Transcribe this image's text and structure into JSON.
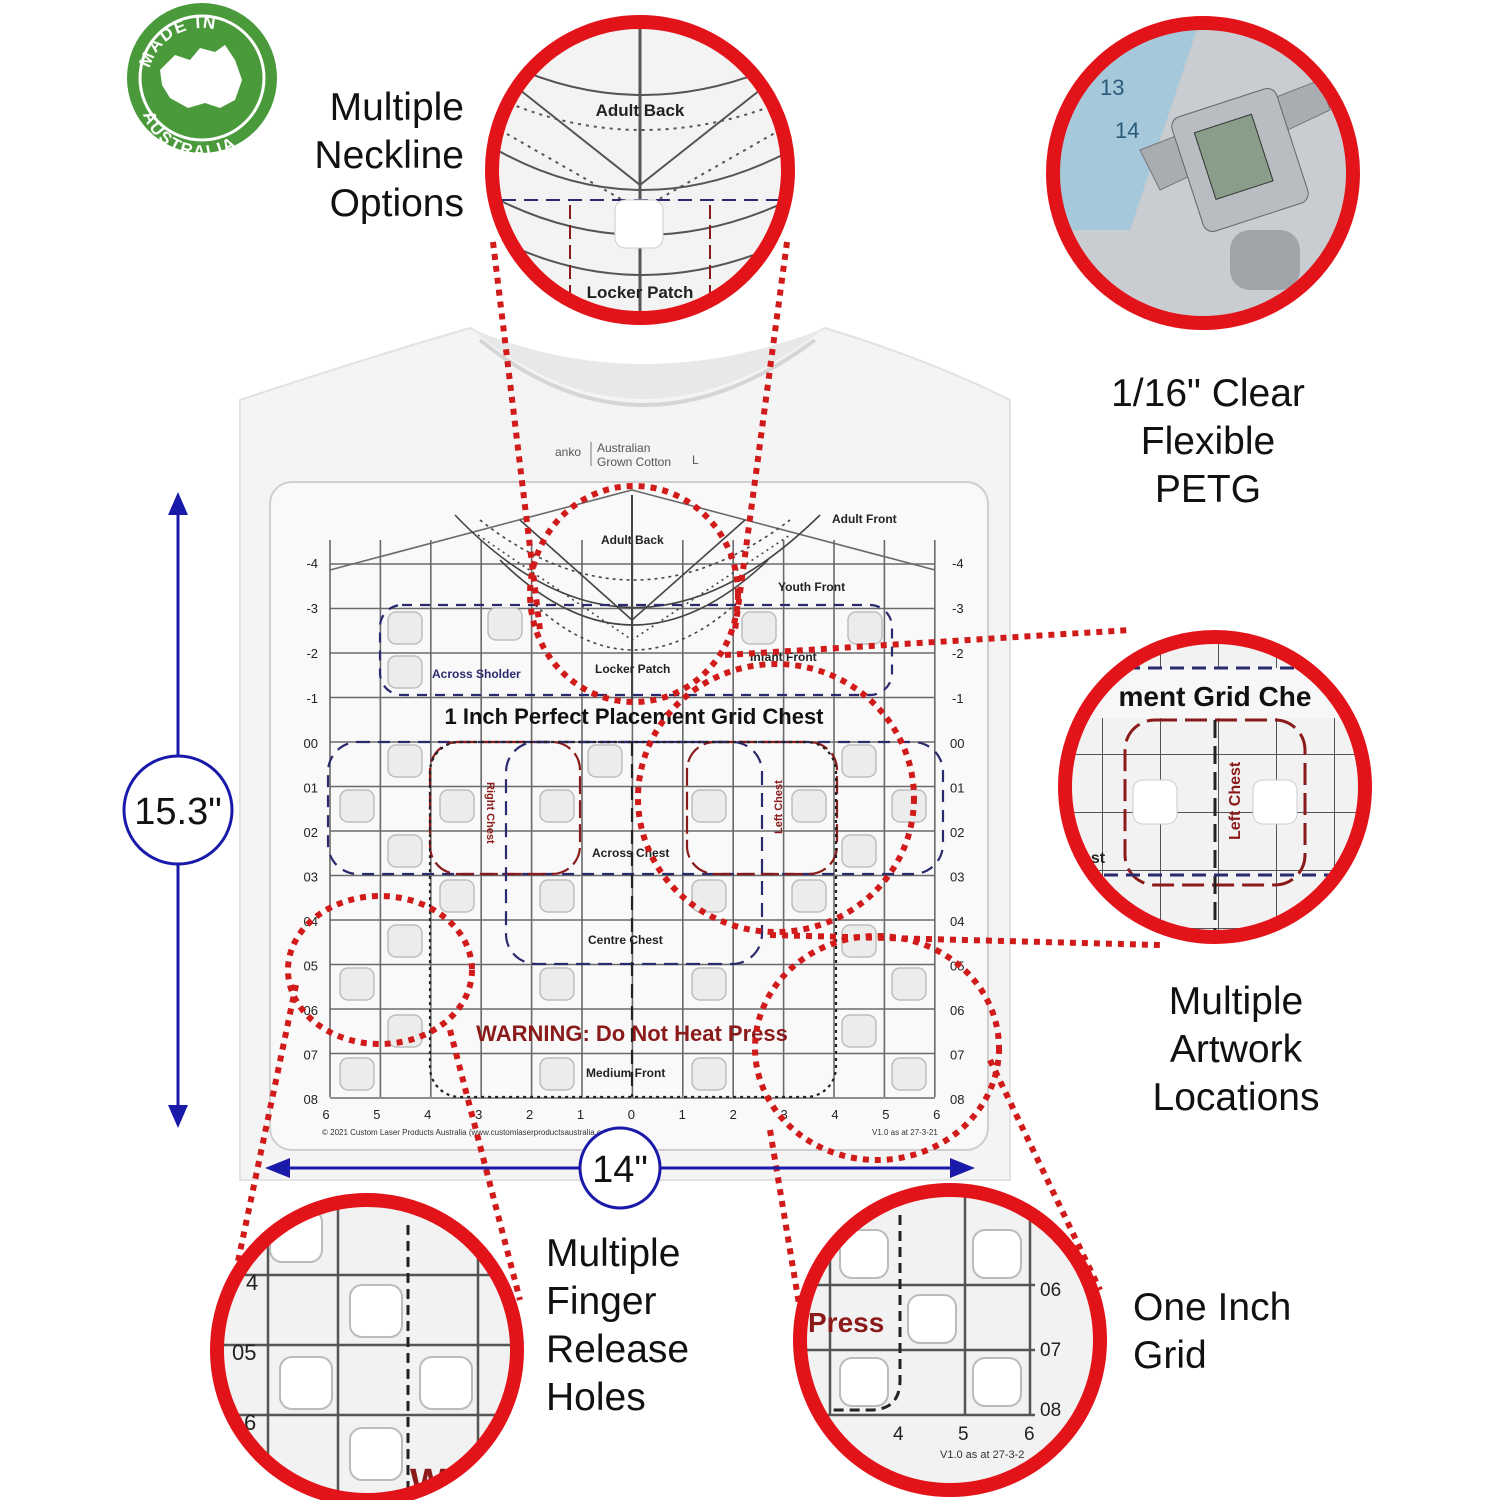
{
  "badge": {
    "line1": "MADE IN",
    "line2": "AUSTRALIA",
    "color": "#4a9a3c"
  },
  "callouts": {
    "neckline": [
      "Multiple",
      "Neckline",
      "Options"
    ],
    "material": [
      "1/16\" Clear",
      "Flexible",
      "PETG"
    ],
    "artwork": [
      "Multiple",
      "Artwork",
      "Locations"
    ],
    "finger": [
      "Multiple",
      "Finger",
      "Release",
      "Holes"
    ],
    "grid": [
      "One Inch",
      "Grid"
    ]
  },
  "dimensions": {
    "height": "15.3\"",
    "width": "14\""
  },
  "shirt_label": {
    "brand": "anko",
    "line1": "Australian",
    "line2": "Grown Cotton",
    "size": "L"
  },
  "template": {
    "neck_labels": {
      "adult_front": "Adult Front",
      "adult_back": "Adult Back",
      "youth_front": "Youth Front",
      "infant_front": "Infant Front",
      "locker_patch": "Locker Patch",
      "across_shoulder": "Across Sholder"
    },
    "title": "1 Inch Perfect Placement Grid Chest",
    "right_chest": "Right Chest",
    "left_chest": "Left Chest",
    "across_chest": "Across Chest",
    "centre_chest": "Centre   Chest",
    "warning": "WARNING: Do Not Heat Press",
    "medium_front": "Medium Front",
    "row_labels_top": [
      "-4",
      "-3",
      "-2",
      "-1"
    ],
    "row_labels": [
      "00",
      "01",
      "02",
      "03",
      "04",
      "05",
      "06",
      "07",
      "08"
    ],
    "col_labels": [
      "6",
      "5",
      "4",
      "3",
      "2",
      "1",
      "0",
      "1",
      "2",
      "3",
      "4",
      "5",
      "6"
    ],
    "copyright": "© 2021 Custom Laser Products Australia (www.customlaserproductsaustralia.com.au)",
    "version": "V1.0 as at 27-3-21"
  },
  "zoom_neckline": {
    "label1": "Adult Back",
    "label2": "Locker Patch"
  },
  "zoom_chest": {
    "title": "ment Grid Che",
    "left_chest": "Left Chest",
    "fragment": "est"
  },
  "zoom_finger": {
    "row_labels": [
      "4",
      "05",
      "6"
    ],
    "warning_fragment": "WA"
  },
  "zoom_grid": {
    "press": "Press",
    "row_labels": [
      "06",
      "07",
      "08"
    ],
    "col_labels": [
      "4",
      "5",
      "6"
    ],
    "version_fragment": "V1.0 as at 27-3-2"
  },
  "colors": {
    "ring": "#e3131a",
    "dotted": "#d11a1a",
    "arrow": "#1a1aaa",
    "dark_red": "#8b1a1a",
    "navy": "#2a2a6e"
  }
}
